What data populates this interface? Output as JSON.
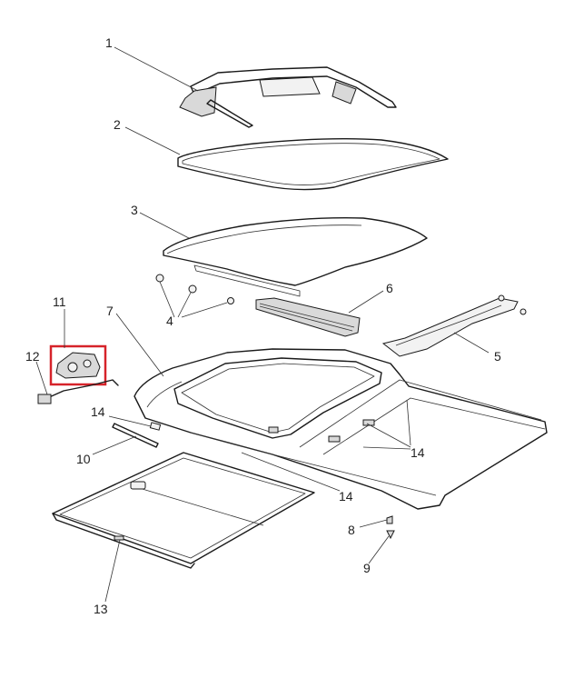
{
  "highlight": {
    "color": "#d6232a",
    "part_number": "11"
  },
  "callouts": [
    {
      "id": "c1",
      "text": "1"
    },
    {
      "id": "c2",
      "text": "2"
    },
    {
      "id": "c3",
      "text": "3"
    },
    {
      "id": "c4",
      "text": "4"
    },
    {
      "id": "c5",
      "text": "5"
    },
    {
      "id": "c6",
      "text": "6"
    },
    {
      "id": "c7",
      "text": "7"
    },
    {
      "id": "c8",
      "text": "8"
    },
    {
      "id": "c9",
      "text": "9"
    },
    {
      "id": "c10",
      "text": "10"
    },
    {
      "id": "c11",
      "text": "11"
    },
    {
      "id": "c12",
      "text": "12"
    },
    {
      "id": "c13",
      "text": "13"
    },
    {
      "id": "c14a",
      "text": "14"
    },
    {
      "id": "c14b",
      "text": "14"
    },
    {
      "id": "c14c",
      "text": "14"
    }
  ]
}
